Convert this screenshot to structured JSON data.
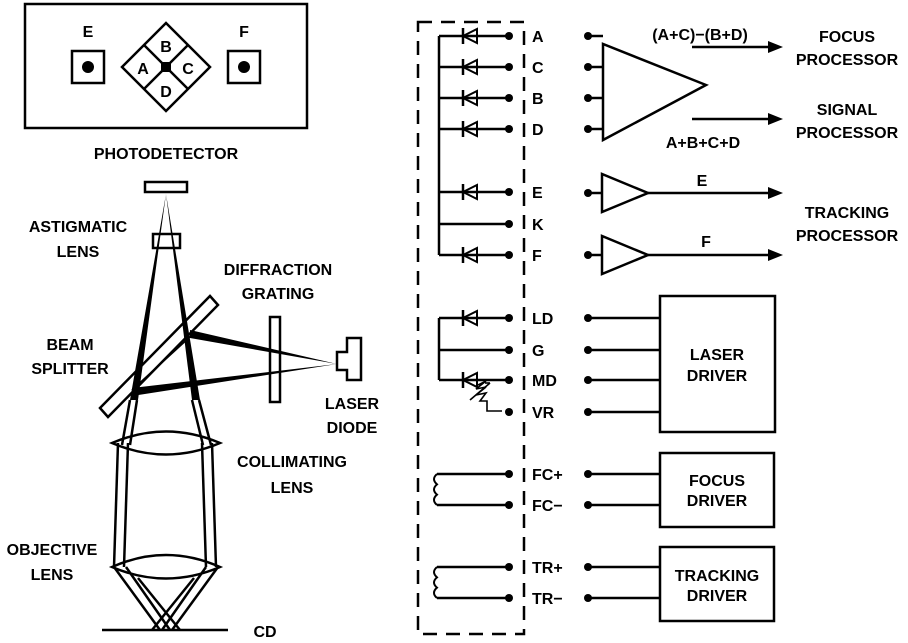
{
  "photodetector": {
    "title": "PHOTODETECTOR",
    "side_sensors": [
      "E",
      "F"
    ],
    "quadrants": [
      "A",
      "B",
      "C",
      "D"
    ]
  },
  "optics": {
    "labels": {
      "astigmatic_lens": [
        "ASTIGMATIC",
        "LENS"
      ],
      "diffraction_grating": [
        "DIFFRACTION",
        "GRATING"
      ],
      "beam_splitter": [
        "BEAM",
        "SPLITTER"
      ],
      "laser_diode": [
        "LASER",
        "DIODE"
      ],
      "collimating_lens": [
        "COLLIMATING",
        "LENS"
      ],
      "objective_lens": [
        "OBJECTIVE",
        "LENS"
      ],
      "cd": "CD"
    }
  },
  "circuit": {
    "pins_group1": [
      "A",
      "C",
      "B",
      "D",
      "E",
      "K",
      "F"
    ],
    "pins_group2": [
      "LD",
      "G",
      "MD",
      "VR"
    ],
    "pins_group3": [
      "FC+",
      "FC−"
    ],
    "pins_group4": [
      "TR+",
      "TR−"
    ],
    "focus_formula": "(A+C)−(B+D)",
    "signal_formula": "A+B+C+D",
    "tracking_e": "E",
    "tracking_f": "F",
    "outputs": {
      "focus_processor": [
        "FOCUS",
        "PROCESSOR"
      ],
      "signal_processor": [
        "SIGNAL",
        "PROCESSOR"
      ],
      "tracking_processor": [
        "TRACKING",
        "PROCESSOR"
      ]
    },
    "drivers": {
      "laser": [
        "LASER",
        "DRIVER"
      ],
      "focus": [
        "FOCUS",
        "DRIVER"
      ],
      "tracking": [
        "TRACKING",
        "DRIVER"
      ]
    }
  }
}
